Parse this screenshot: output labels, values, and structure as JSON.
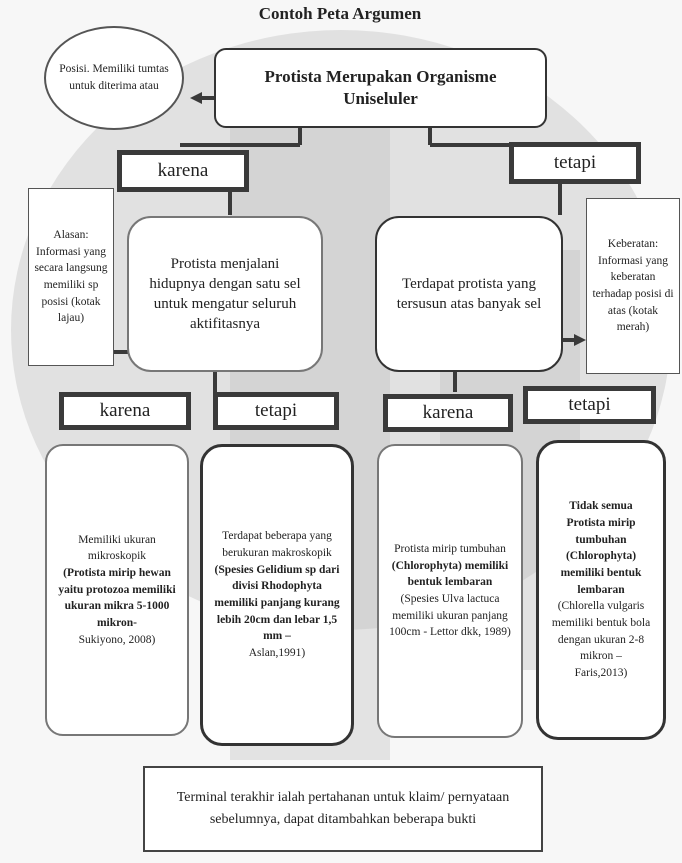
{
  "title": "Contoh Peta Argumen",
  "note_topleft": "Posisi. Memiliki tumtas untuk diterima atau",
  "root": "Protista Merupakan Organisme Uniseluler",
  "connectors": {
    "karena_top": "karena",
    "tetapi_top": "tetapi",
    "karena_left_bottom": "karena",
    "tetapi_left_bottom": "tetapi",
    "karena_right_bottom": "karena",
    "tetapi_right_bottom": "tetapi"
  },
  "note_left": "Alasan: Informasi yang secara langsung memiliki sp posisi (kotak lajau)",
  "note_right": "Keberatan: Informasi yang keberatan terhadap posisi di atas (kotak merah)",
  "reason_left": "Protista menjalani hidupnya dengan satu sel untuk mengatur seluruh aktifitasnya",
  "reason_right": "Terdapat protista yang tersusun atas banyak sel",
  "evidence": {
    "e1_lines": [
      "Memiliki ukuran mikroskopik",
      "(Protista mirip hewan yaitu protozoa memiliki ukuran mikra 5-1000 mikron-",
      "Sukiyono, 2008)"
    ],
    "e2_lines": [
      "Terdapat beberapa yang berukuran makroskopik",
      "(Spesies Gelidium sp dari divisi Rhodophyta memiliki panjang kurang lebih 20cm dan lebar 1,5 mm –",
      "Aslan,1991)"
    ],
    "e3_lines": [
      "Protista mirip tumbuhan",
      "(Chlorophyta) memiliki bentuk lembaran",
      "(Spesies Ulva lactuca memiliki ukuran panjang 100cm - Lettor dkk, 1989)"
    ],
    "e4_lines": [
      "Tidak semua Protista mirip tumbuhan",
      "(Chlorophyta) memiliki bentuk lembaran",
      "(Chlorella vulgaris memiliki bentuk bola dengan ukuran 2-8 mikron –",
      "Faris,2013)"
    ]
  },
  "footer": "Terminal terakhir ialah pertahanan untuk klaim/ pernyataan sebelumnya, dapat ditambahkan beberapa bukti",
  "colors": {
    "border": "#3a3a3a",
    "background_shape": "#c8c8c8"
  }
}
